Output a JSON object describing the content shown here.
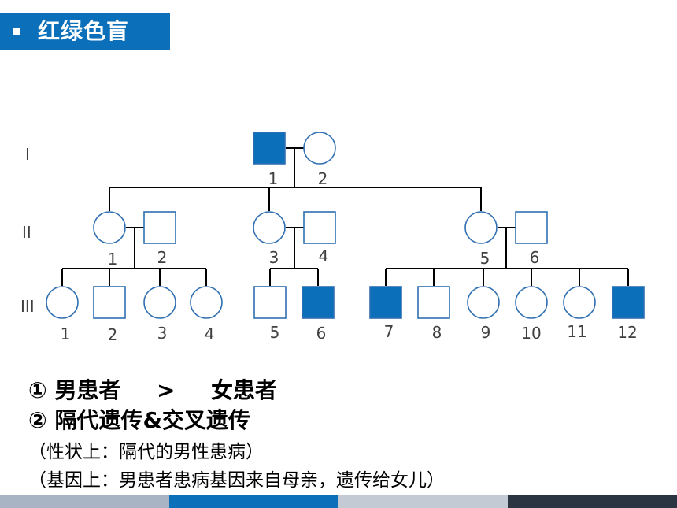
{
  "header": {
    "title": "红绿色盲"
  },
  "colors": {
    "accent": "#0b6fba",
    "affected_fill": "#0b6fba",
    "outline": "#2f6fb2",
    "line": "#000000",
    "footer": [
      "#a8b3c3",
      "#0b6fba",
      "#c3cad3",
      "#2b3542"
    ]
  },
  "generations": [
    "I",
    "II",
    "III"
  ],
  "notes": {
    "line1_a": "① 男患者",
    "line1_op": ">",
    "line1_b": "女患者",
    "line2": "② 隔代遗传&交叉遗传",
    "line3": "（性状上：隔代的男性患病）",
    "line4": "（基因上：男患者患病基因来自母亲，遗传给女儿）"
  },
  "individuals": {
    "I-1": {
      "label": "1",
      "sex": "male",
      "affected": true
    },
    "I-2": {
      "label": "2",
      "sex": "female",
      "affected": false
    },
    "II-1": {
      "label": "1",
      "sex": "female",
      "affected": false
    },
    "II-2": {
      "label": "2",
      "sex": "male",
      "affected": false
    },
    "II-3": {
      "label": "3",
      "sex": "female",
      "affected": false
    },
    "II-4": {
      "label": "4",
      "sex": "male",
      "affected": false
    },
    "II-5": {
      "label": "5",
      "sex": "female",
      "affected": false
    },
    "II-6": {
      "label": "6",
      "sex": "male",
      "affected": false
    },
    "III-1": {
      "label": "1",
      "sex": "female",
      "affected": false
    },
    "III-2": {
      "label": "2",
      "sex": "male",
      "affected": false
    },
    "III-3": {
      "label": "3",
      "sex": "female",
      "affected": false
    },
    "III-4": {
      "label": "4",
      "sex": "female",
      "affected": false
    },
    "III-5": {
      "label": "5",
      "sex": "male",
      "affected": false
    },
    "III-6": {
      "label": "6",
      "sex": "male",
      "affected": true
    },
    "III-7": {
      "label": "7",
      "sex": "male",
      "affected": true
    },
    "III-8": {
      "label": "8",
      "sex": "male",
      "affected": false
    },
    "III-9": {
      "label": "9",
      "sex": "female",
      "affected": false
    },
    "III-10": {
      "label": "10",
      "sex": "female",
      "affected": false
    },
    "III-11": {
      "label": "11",
      "sex": "female",
      "affected": false
    },
    "III-12": {
      "label": "12",
      "sex": "male",
      "affected": true
    }
  }
}
